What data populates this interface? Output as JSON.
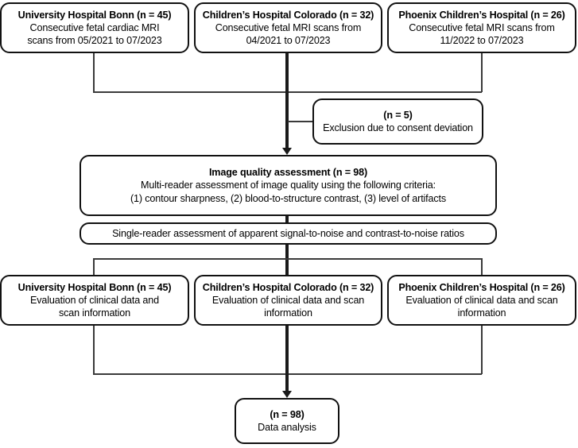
{
  "figure": {
    "type": "flowchart",
    "orientation": "top-to-bottom"
  },
  "nodes": {
    "source_bonn": {
      "title": "University Hospital Bonn (n = 45)",
      "line1": "Consecutive fetal cardiac MRI",
      "line2": "scans from 05/2021 to 07/2023"
    },
    "source_colorado": {
      "title": "Children’s Hospital Colorado (n = 32)",
      "line1": "Consecutive fetal MRI scans from",
      "line2": "04/2021 to 07/2023"
    },
    "source_phoenix": {
      "title": "Phoenix Children’s Hospital (n = 26)",
      "line1": "Consecutive fetal MRI scans from",
      "line2": "11/2022 to 07/2023"
    },
    "exclusion": {
      "title": "(n = 5)",
      "line1": "Exclusion due to consent deviation"
    },
    "image_quality": {
      "title": "Image quality assessment (n = 98)",
      "line1": "Multi-reader assessment of image quality using the following criteria:",
      "line2": "(1) contour sharpness, (2) blood-to-structure contrast, (3) level of artifacts"
    },
    "single_reader": {
      "line1": "Single-reader assessment of apparent signal-to-noise and contrast-to-noise ratios"
    },
    "eval_bonn": {
      "title": "University Hospital Bonn (n = 45)",
      "line1": "Evaluation of clinical data and",
      "line2": "scan information"
    },
    "eval_colorado": {
      "title": "Children’s Hospital Colorado (n = 32)",
      "line1": "Evaluation of clinical data and scan",
      "line2": "information"
    },
    "eval_phoenix": {
      "title": "Phoenix Children’s Hospital (n = 26)",
      "line1": "Evaluation of clinical data and scan",
      "line2": "information"
    },
    "data_analysis": {
      "title": "(n = 98)",
      "line1": "Data analysis"
    }
  },
  "colors": {
    "stroke": "#111111",
    "background": "#ffffff",
    "text": "#000000"
  }
}
